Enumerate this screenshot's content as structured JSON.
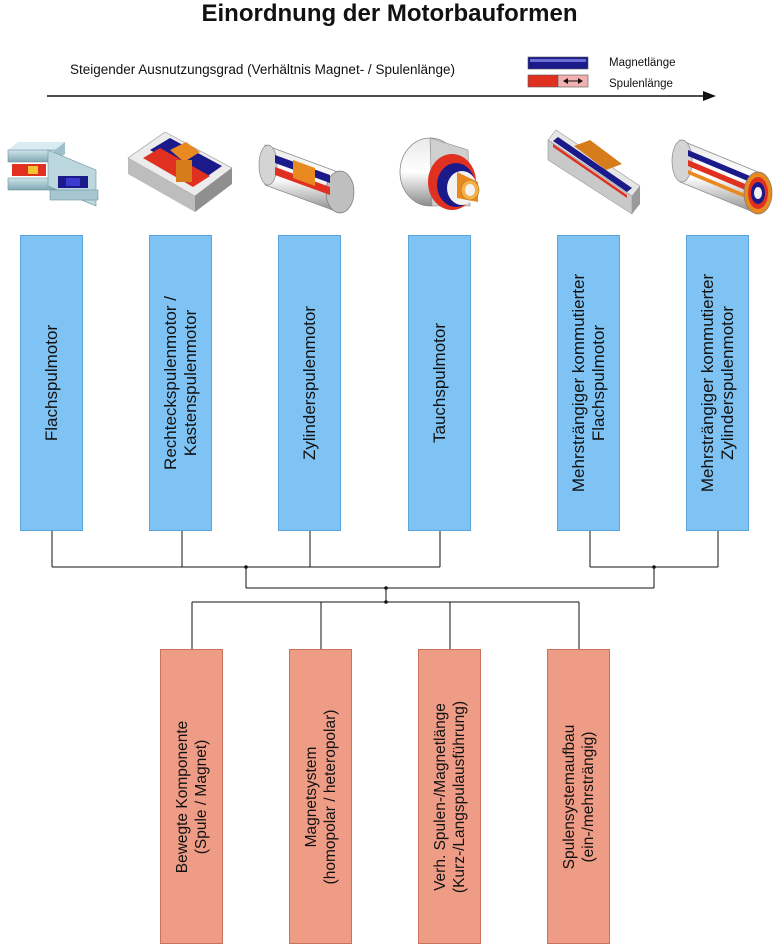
{
  "title": "Einordnung der Motorbauformen",
  "arrow_label": "Steigender Ausnutzungsgrad (Verhältnis Magnet- / Spulenlänge)",
  "legend": {
    "magnet": "Magnetlänge",
    "spule": "Spulenlänge"
  },
  "motor_types": [
    {
      "line1": "Flachspulmotor",
      "line2": ""
    },
    {
      "line1": "Rechteckspulenmotor /",
      "line2": "Kastenspulenmotor"
    },
    {
      "line1": "Zylinderspulenmotor",
      "line2": ""
    },
    {
      "line1": "Tauchspulmotor",
      "line2": ""
    },
    {
      "line1": "Mehrsträngiger kommutierter",
      "line2": "Flachspulmotor"
    },
    {
      "line1": "Mehrsträngiger kommutierter",
      "line2": "Zylinderspulenmotor"
    }
  ],
  "criteria": [
    {
      "line1": "Bewegte Komponente",
      "line2": "(Spule / Magnet)"
    },
    {
      "line1": "Magnetsystem",
      "line2": "(homopolar / heteropolar)"
    },
    {
      "line1": "Verh. Spulen-/Magnetlänge",
      "line2": "(Kurz-/Langspulausführung)"
    },
    {
      "line1": "Spulensystemaufbau",
      "line2": "(ein-/mehrsträngig)"
    }
  ],
  "colors": {
    "motor_box": "#7ec3f3",
    "criteria_box": "#ef9c86",
    "magnet": "#1a1a8a",
    "spule": "#e03020"
  }
}
